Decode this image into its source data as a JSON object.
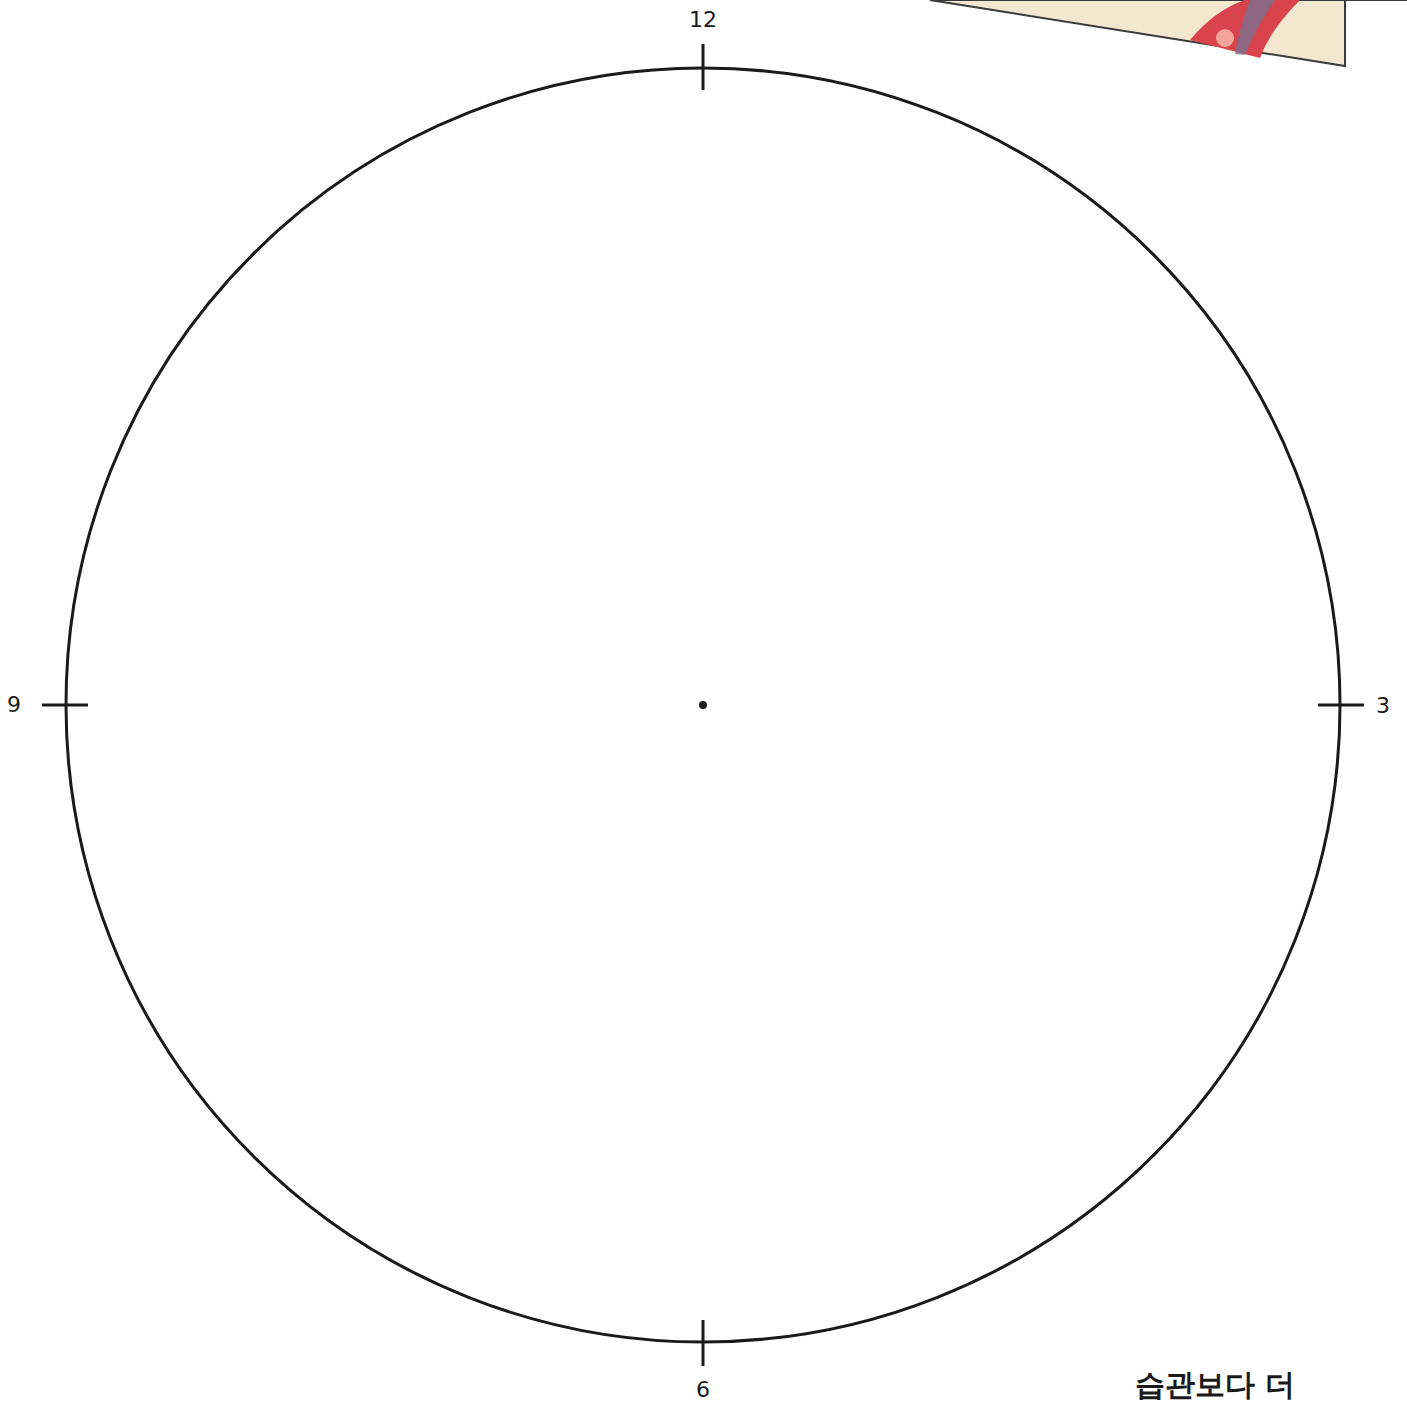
{
  "diagram": {
    "labels": [
      "12",
      "3",
      "6",
      "9",
      "습관보다 더"
    ]
  }
}
